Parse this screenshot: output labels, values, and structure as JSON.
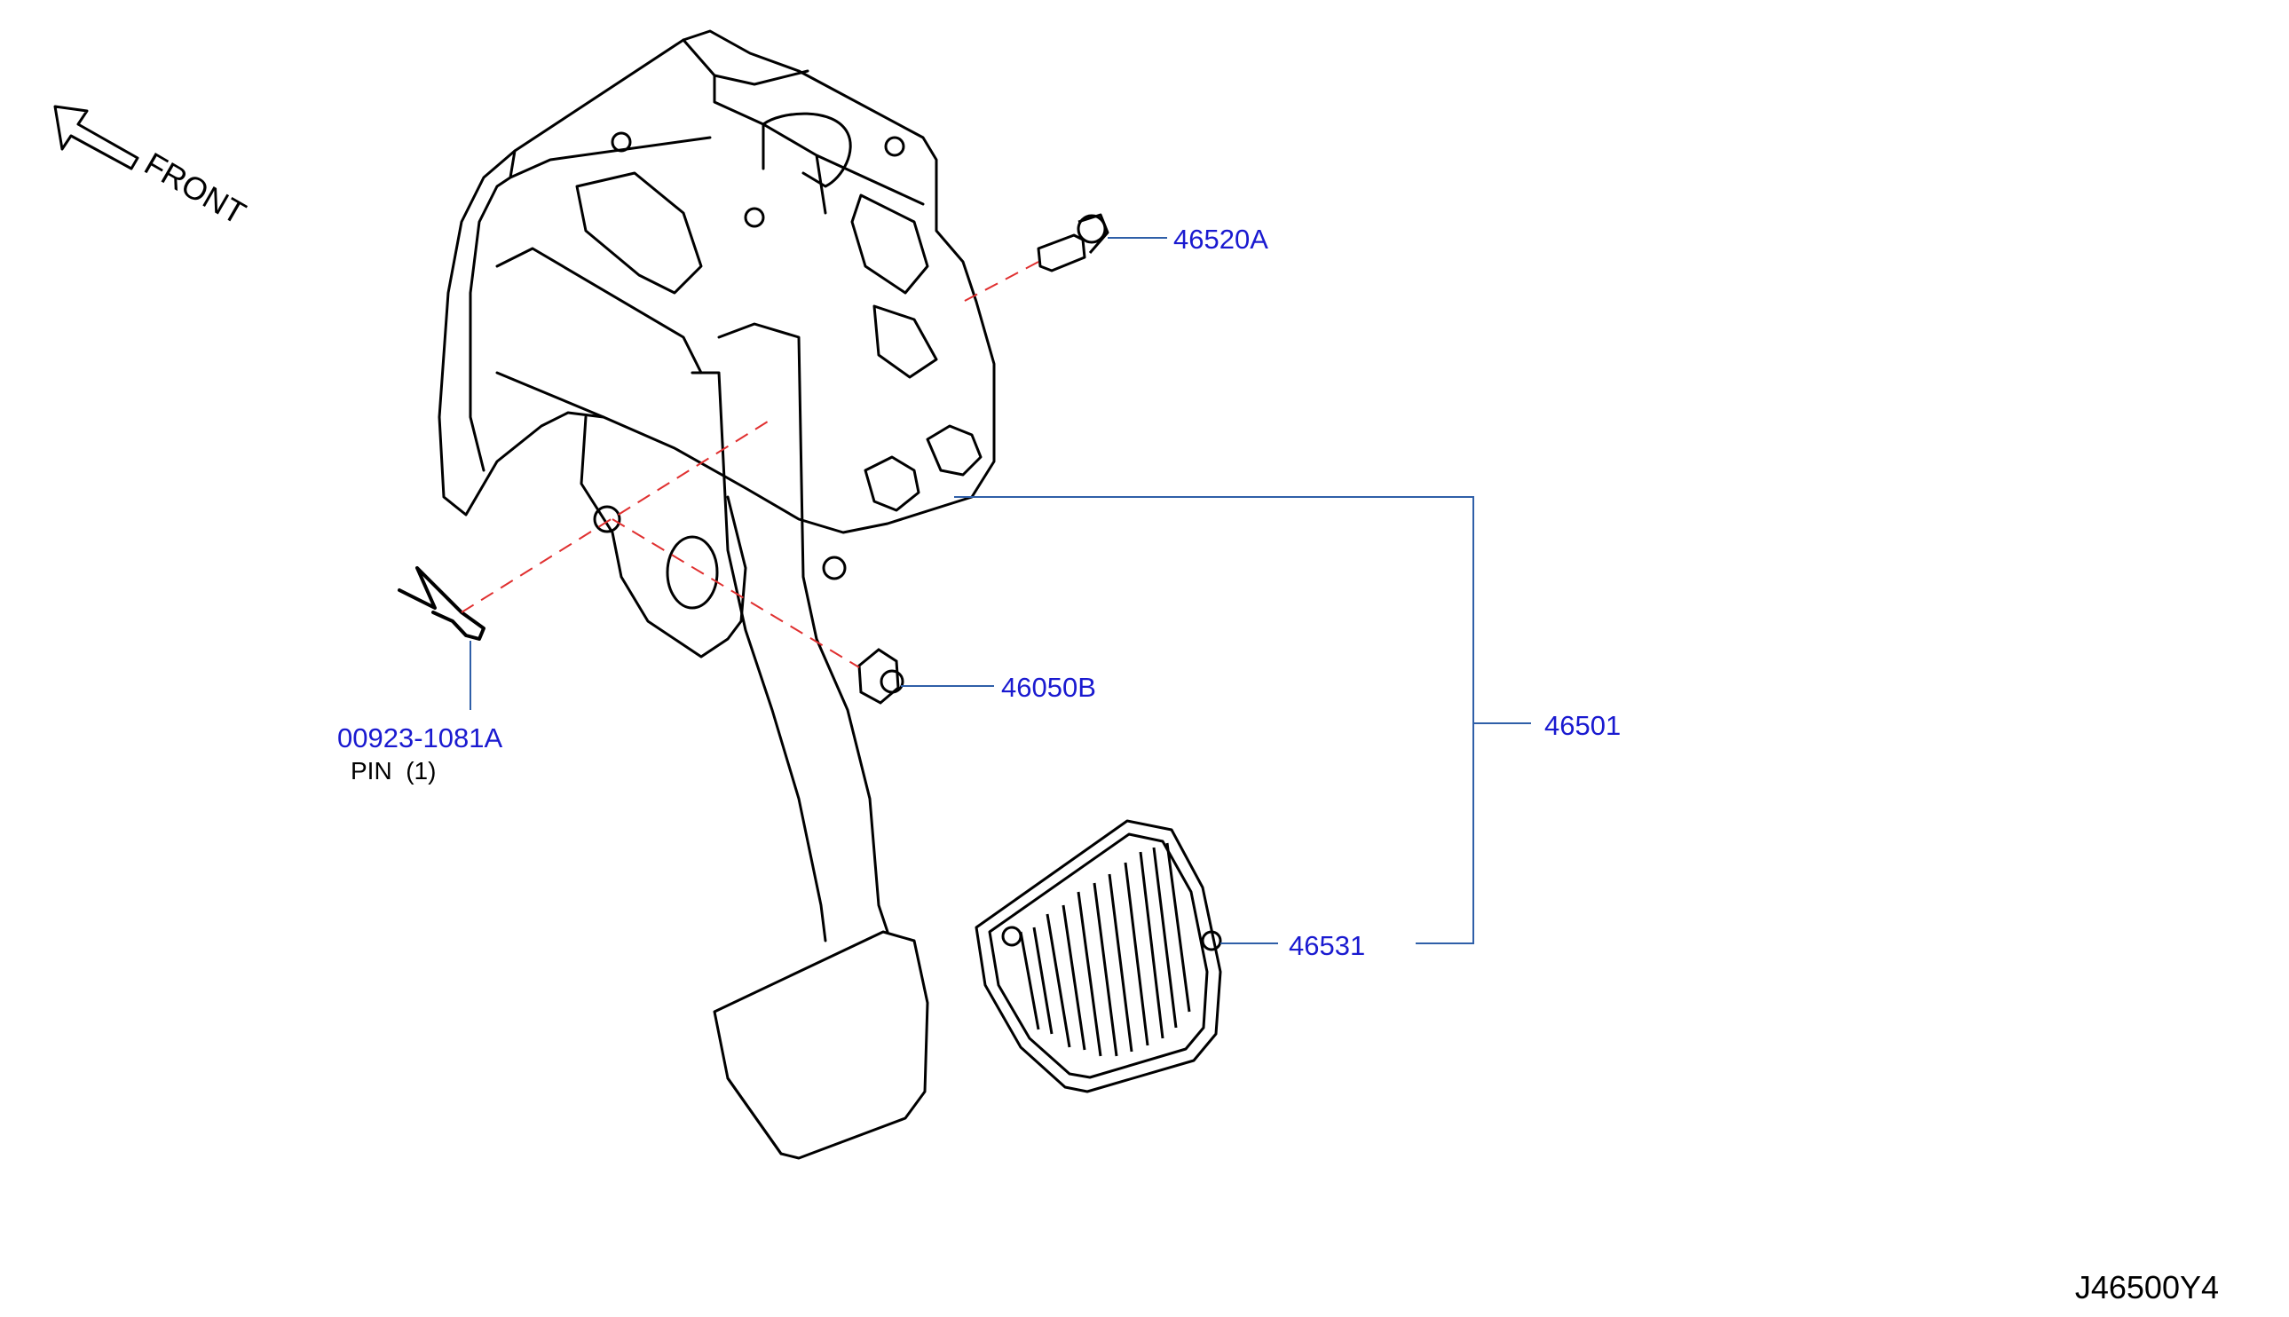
{
  "colors": {
    "line_art": "#000000",
    "leader": "#2f5fa8",
    "part_label": "#1a1ad0",
    "dash": "#e03030",
    "note": "#000000"
  },
  "front_arrow": {
    "label": "FRONT",
    "icon": "arrow-up-left-outline-icon"
  },
  "parts": [
    {
      "id": "p46520A",
      "number": "46520A"
    },
    {
      "id": "p46050B",
      "number": "46050B"
    },
    {
      "id": "p00923",
      "number": "00923-1081A",
      "note": "PIN  (1)"
    },
    {
      "id": "p46501",
      "number": "46501"
    },
    {
      "id": "p46531",
      "number": "46531"
    }
  ],
  "diagram_code": "J46500Y4"
}
